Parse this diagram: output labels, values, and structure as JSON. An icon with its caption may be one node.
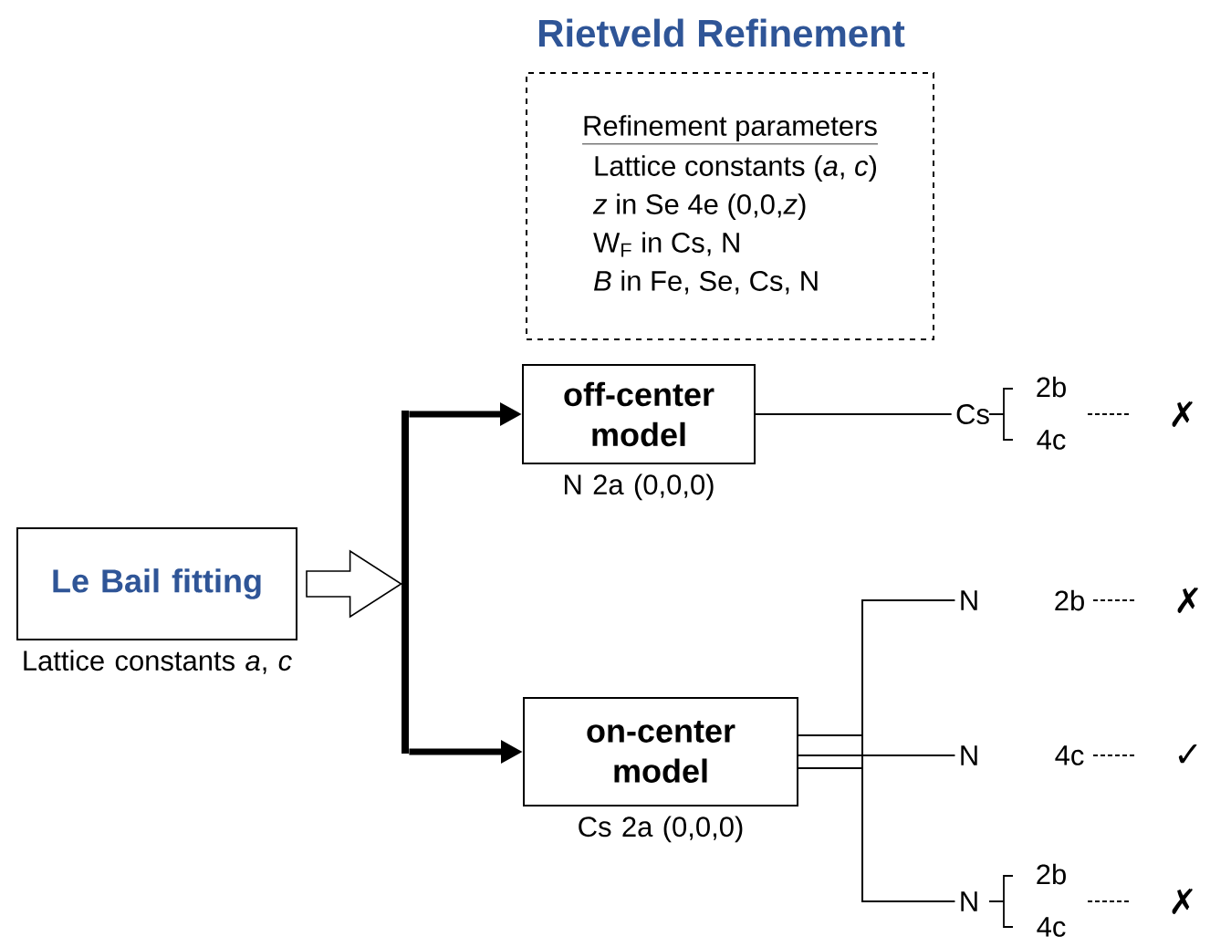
{
  "diagram": {
    "title": "Rietveld Refinement",
    "nodes": [
      {
        "text": [
          "Le Bail fitting"
        ],
        "beside": [
          "Lattice constants *a*, *c*"
        ]
      },
      {
        "text": [
          "Refinement parameters",
          "Lattice constants (*a*, *c*)",
          "*z* in Se 4e (0,0,*z*)",
          "W$_{F}$ in Cs, N",
          "*B* in Fe, Se, Cs, N"
        ]
      },
      {
        "text": [
          "off-center model"
        ],
        "beside": [
          "N 2a (0,0,0)"
        ]
      },
      {
        "text": [
          "on-center model"
        ],
        "beside": [
          "Cs 2a (0,0,0)"
        ]
      },
      {
        "text": [
          "Cs"
        ]
      },
      {
        "text": [
          "N"
        ]
      },
      {
        "text": [
          "N"
        ]
      },
      {
        "text": [
          "N"
        ]
      },
      {
        "text": [],
        "shape": "bar"
      }
    ],
    "edges": [
      {
        "from": 0,
        "to": 8,
        "arrow": "to"
      },
      {
        "from": 8,
        "to": 2,
        "arrow": "to",
        "style": "thick"
      },
      {
        "from": 8,
        "to": 3,
        "arrow": "to",
        "style": "thick"
      },
      {
        "from": 2,
        "to": 4,
        "arrow": "none"
      },
      {
        "from": 3,
        "to": 5,
        "arrow": "none"
      },
      {
        "from": 3,
        "to": 6,
        "arrow": "none"
      },
      {
        "from": 3,
        "to": 7,
        "arrow": "none"
      }
    ],
    "labels": [
      "2b",
      "4c",
      "✗",
      "2b",
      "✗",
      "4c",
      "✓",
      "2b",
      "4c",
      "✗"
    ]
  }
}
